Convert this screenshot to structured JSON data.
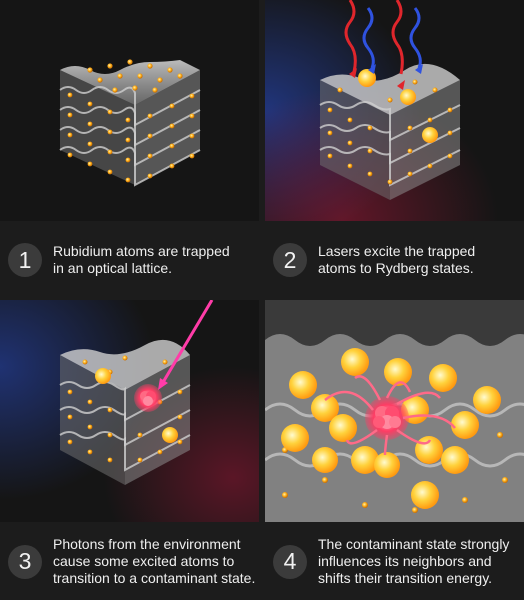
{
  "steps": [
    {
      "number": "1",
      "line1": "Rubidium atoms are trapped",
      "line2": "in an optical lattice."
    },
    {
      "number": "2",
      "line1": "Lasers excite the trapped",
      "line2": "atoms to Rydberg states."
    },
    {
      "number": "3",
      "line1": "Photons from the environment",
      "line2": "cause some excited atoms to",
      "line3": "transition to a contaminant state."
    },
    {
      "number": "4",
      "line1": "The contaminant state strongly",
      "line2": "influences its neighbors and",
      "line3": "shifts their transition energy."
    }
  ],
  "colors": {
    "background": "#1c1c1c",
    "atom": "#ffb21e",
    "rydberg_atom": "#ffd23c",
    "contaminant_atom": "#ff3c64",
    "laser_red": "#e0262c",
    "laser_blue": "#2f52e0",
    "photon_magenta": "#ff3ca8",
    "arrow_pink": "#ff6a88",
    "caption_text": "#efefef",
    "number_badge": "#3b3b3b"
  },
  "icons": [
    "optical-lattice-cube",
    "laser-beam-arrow",
    "photon-arrow",
    "interaction-arrow"
  ]
}
